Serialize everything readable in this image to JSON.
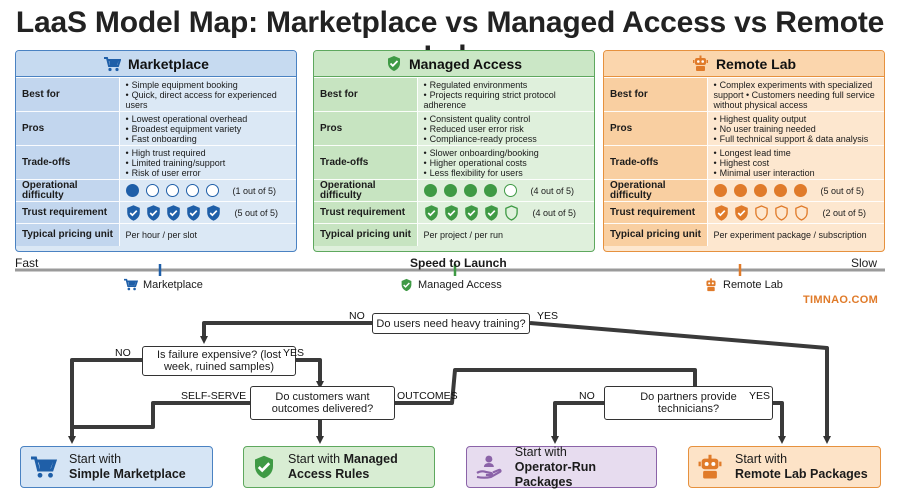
{
  "title": "LaaS Model Map: Marketplace vs Managed Access vs Remote Lab",
  "row_labels": {
    "best_for": "Best for",
    "pros": "Pros",
    "tradeoffs": "Trade-offs",
    "difficulty": "Operational difficulty",
    "trust": "Trust requirement",
    "pricing": "Typical pricing unit"
  },
  "cards": {
    "marketplace": {
      "name": "Marketplace",
      "accent": "#1f5fa8",
      "best_for": [
        "Simple equipment booking",
        "Quick, direct access for experienced users"
      ],
      "pros": [
        "Lowest operational overhead",
        "Broadest equipment variety",
        "Fast onboarding"
      ],
      "tradeoffs": [
        "High trust required",
        "Limited training/support",
        "Risk of user error"
      ],
      "difficulty": {
        "score": 1,
        "max": 5,
        "label": "(1 out of 5)"
      },
      "trust": {
        "score": 5,
        "max": 5,
        "label": "(5 out of 5)"
      },
      "pricing": "Per hour / per slot"
    },
    "managed": {
      "name": "Managed Access",
      "accent": "#3f9a45",
      "best_for": [
        "Regulated environments",
        "Projects requiring strict protocol adherence"
      ],
      "pros": [
        "Consistent quality control",
        "Reduced user error risk",
        "Compliance-ready process"
      ],
      "tradeoffs": [
        "Slower onboarding/booking",
        "Higher operational costs",
        "Less flexibility for users"
      ],
      "difficulty": {
        "score": 4,
        "max": 5,
        "label": "(4 out of 5)"
      },
      "trust": {
        "score": 4,
        "max": 5,
        "label": "(4 out of 5)"
      },
      "pricing": "Per project / per run"
    },
    "remote": {
      "name": "Remote Lab",
      "accent": "#e07b2a",
      "best_for": [
        "Complex experiments with specialized support • Customers needing full service without physical access"
      ],
      "pros": [
        "Highest quality output",
        "No user training needed",
        "Full technical support & data analysis"
      ],
      "tradeoffs": [
        "Longest lead time",
        "Highest cost",
        "Minimal user interaction"
      ],
      "difficulty": {
        "score": 5,
        "max": 5,
        "label": "(5 out of 5)"
      },
      "trust": {
        "score": 2,
        "max": 5,
        "label": "(2 out of 5)"
      },
      "pricing": "Per experiment package / subscription"
    }
  },
  "scale": {
    "left": "Fast",
    "title": "Speed to Launch",
    "right": "Slow",
    "markers": [
      "Marketplace",
      "Managed Access",
      "Remote Lab"
    ]
  },
  "brand": "TIMNAO.COM",
  "flow": {
    "q1": "Do users need heavy training?",
    "q2": "Is failure expensive? (lost week, ruined samples)",
    "q3": "Do customers want outcomes delivered?",
    "q4": "Do partners provide technicians?",
    "no": "NO",
    "yes": "YES",
    "self_serve": "SELF-SERVE",
    "outcomes": "OUTCOMES"
  },
  "outcomes": {
    "mp": {
      "line1": "Start with",
      "line2": "Simple Marketplace"
    },
    "ma": {
      "line1": "Start with",
      "line2": "Managed",
      "line3": "Access Rules"
    },
    "op": {
      "line1": "Start with",
      "line2": "Operator-Run Packages"
    },
    "rl": {
      "line1": "Start with",
      "line2": "Remote Lab Packages"
    }
  },
  "icons": {
    "marketplace": "cart-icon",
    "managed": "shield-check-icon",
    "remote": "robot-icon",
    "operator": "hand-person-icon"
  }
}
